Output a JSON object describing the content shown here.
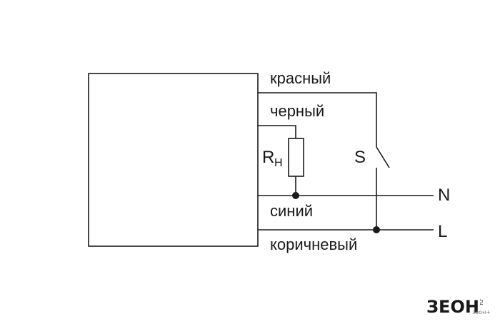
{
  "wires": {
    "red": "красный",
    "black": "черный",
    "blue": "синий",
    "brown": "коричневый"
  },
  "components": {
    "resistor_symbol": "R",
    "resistor_subscript": "H",
    "switch_symbol": "S"
  },
  "terminals": {
    "neutral": "N",
    "line": "L"
  },
  "logo": {
    "name": "ЗЕОН",
    "domain": ".ru",
    "tagline": "зеон+"
  }
}
